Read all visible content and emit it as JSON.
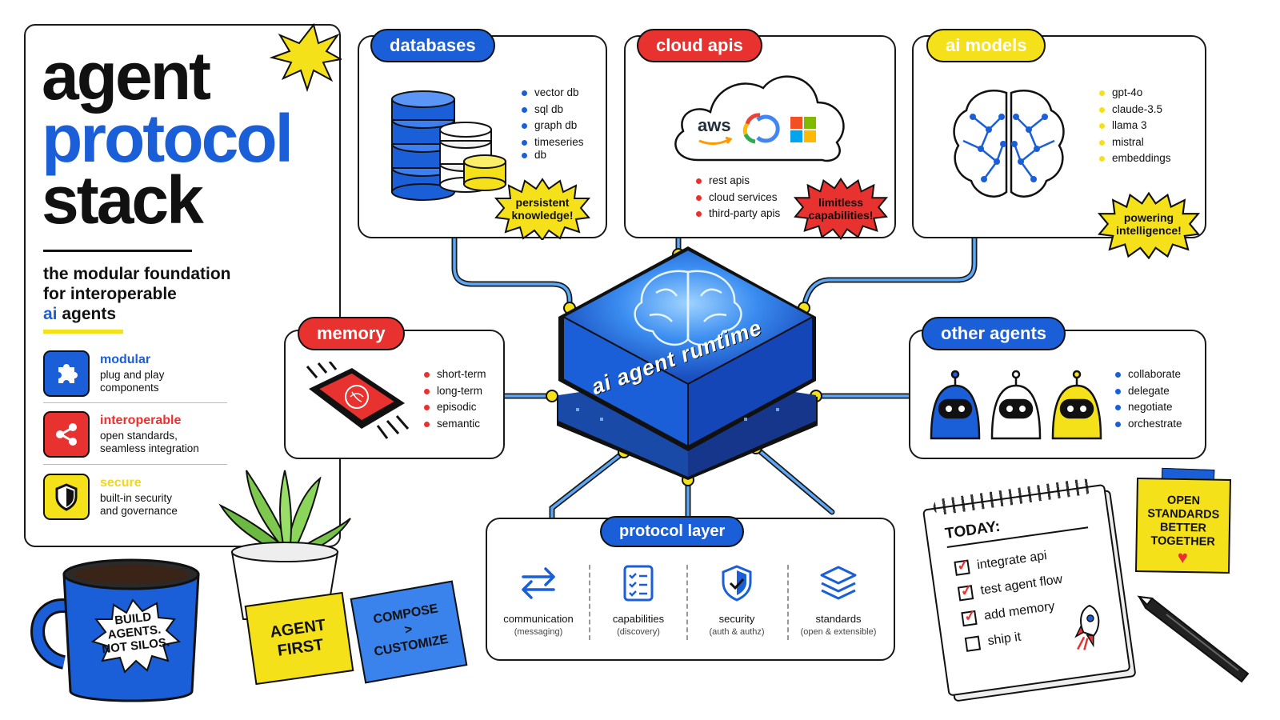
{
  "title": {
    "line1": "agent",
    "line2": "protocol",
    "line3": "stack"
  },
  "subtitle": {
    "line1": "the modular foundation",
    "line2": "for interoperable",
    "line3_highlight": "ai",
    "line3_rest": " agents"
  },
  "features": [
    {
      "title": "modular",
      "desc1": "plug and play",
      "desc2": "components"
    },
    {
      "title": "interoperable",
      "desc1": "open standards,",
      "desc2": "seamless integration"
    },
    {
      "title": "secure",
      "desc1": "built-in security",
      "desc2": "and governance"
    }
  ],
  "panels": {
    "databases": {
      "label": "databases",
      "items": [
        "vector db",
        "sql db",
        "graph db",
        "timeseries",
        "db"
      ],
      "burst": [
        "persistent",
        "knowledge!"
      ]
    },
    "cloud": {
      "label": "cloud apis",
      "aws": "aws",
      "items": [
        "rest apis",
        "cloud services",
        "third-party apis"
      ],
      "burst": [
        "limitless",
        "capabilities!"
      ]
    },
    "models": {
      "label": "ai models",
      "items": [
        "gpt-4o",
        "claude-3.5",
        "llama 3",
        "mistral",
        "embeddings"
      ],
      "burst": [
        "powering",
        "intelligence!"
      ]
    },
    "memory": {
      "label": "memory",
      "items": [
        "short-term",
        "long-term",
        "episodic",
        "semantic"
      ]
    },
    "agents": {
      "label": "other agents",
      "items": [
        "collaborate",
        "delegate",
        "negotiate",
        "orchestrate"
      ]
    },
    "protocol": {
      "label": "protocol layer",
      "items": [
        {
          "name": "communication",
          "sub": "(messaging)"
        },
        {
          "name": "capabilities",
          "sub": "(discovery)"
        },
        {
          "name": "security",
          "sub": "(auth & authz)"
        },
        {
          "name": "standards",
          "sub": "(open & extensible)"
        }
      ]
    }
  },
  "runtime": {
    "label": "ai agent runtime"
  },
  "mug": {
    "line1": "BUILD",
    "line2": "AGENTS.",
    "line3": "NOT SILOS."
  },
  "sticky_yellow": {
    "line1": "AGENT",
    "line2": "FIRST"
  },
  "sticky_blue": {
    "line1": "COMPOSE",
    "line2": ">",
    "line3": "CUSTOMIZE"
  },
  "notepad": {
    "heading": "TODAY:",
    "tasks": [
      {
        "text": "integrate api",
        "done": true
      },
      {
        "text": "test agent flow",
        "done": true
      },
      {
        "text": "add memory",
        "done": true
      },
      {
        "text": "ship it",
        "done": false
      }
    ]
  },
  "sticky_right": {
    "line1": "OPEN",
    "line2": "STANDARDS",
    "line3": "BETTER",
    "line4": "TOGETHER"
  },
  "colors": {
    "blue": "#1a5fd8",
    "red": "#e8322f",
    "yellow": "#f5e11a",
    "black": "#111111"
  }
}
